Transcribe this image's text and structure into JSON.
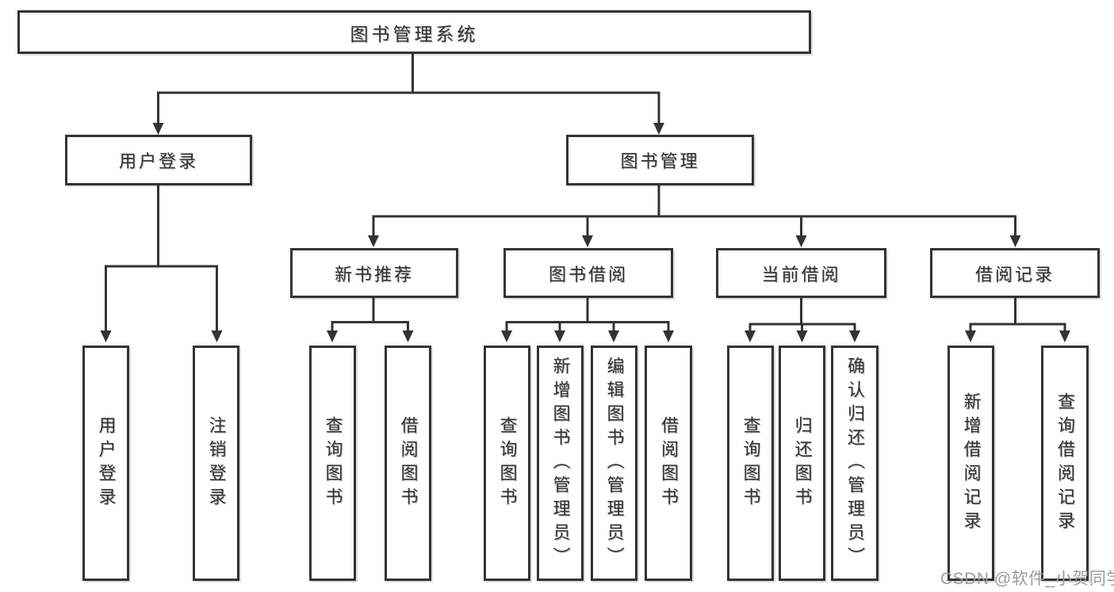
{
  "tree": {
    "label": "图书管理系统",
    "children": [
      {
        "label": "用户登录",
        "children": [
          {
            "label": "用户登录"
          },
          {
            "label": "注销登录"
          }
        ]
      },
      {
        "label": "图书管理",
        "children": [
          {
            "label": "新书推荐",
            "children": [
              {
                "label": "查询图书"
              },
              {
                "label": "借阅图书"
              }
            ]
          },
          {
            "label": "图书借阅",
            "children": [
              {
                "label": "查询图书"
              },
              {
                "label": "新增图书（管理员）"
              },
              {
                "label": "编辑图书（管理员）"
              },
              {
                "label": "借阅图书"
              }
            ]
          },
          {
            "label": "当前借阅",
            "children": [
              {
                "label": "查询图书"
              },
              {
                "label": "归还图书"
              },
              {
                "label": "确认归还（管理员）"
              }
            ]
          },
          {
            "label": "借阅记录",
            "children": [
              {
                "label": "新增借阅记录"
              },
              {
                "label": "查询借阅记录"
              }
            ]
          }
        ]
      }
    ]
  },
  "watermark": "CSDN @软件_小贺同学",
  "colors": {
    "line": "#333333",
    "text": "#333333",
    "box_background": "#ffffff",
    "watermark": "#9c9c9c",
    "background": "#ffffff"
  }
}
